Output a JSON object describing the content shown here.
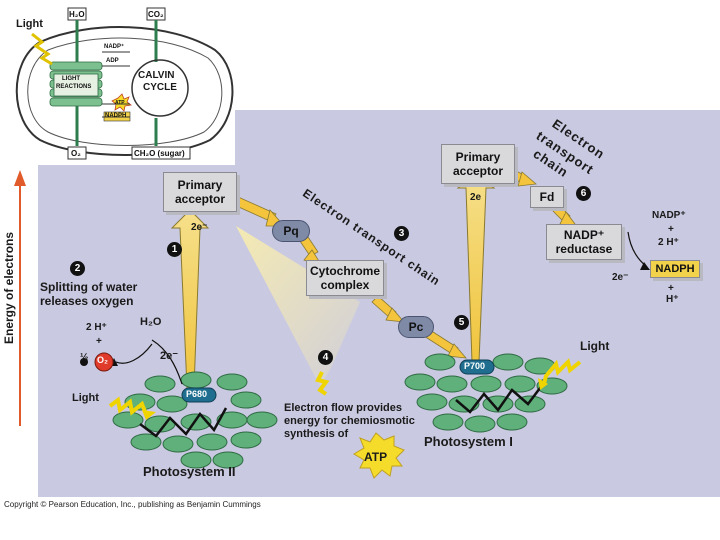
{
  "inset": {
    "light": "Light",
    "h2o": "H₂O",
    "co2": "CO₂",
    "nadp_plus": "NADP⁺",
    "adp": "ADP",
    "light_reactions_1": "LIGHT",
    "light_reactions_2": "REACTIONS",
    "atp": "ATP",
    "nadph": "NADPH",
    "calvin_1": "CALVIN",
    "calvin_2": "CYCLE",
    "o2": "O₂",
    "sugar": "CH₂O (sugar)"
  },
  "y_axis_label": "Energy of electrons",
  "steps": [
    "1",
    "2",
    "3",
    "4",
    "5",
    "6"
  ],
  "ps2": {
    "primary_acceptor_1": "Primary",
    "primary_acceptor_2": "acceptor",
    "electrons": "2e⁻",
    "p680": "P680",
    "light": "Light",
    "name": "Photosystem II"
  },
  "water": {
    "title_1": "Splitting of water",
    "title_2": "releases oxygen",
    "h_plus": "2 H⁺",
    "plus": "+",
    "half": "½",
    "o2": "O₂",
    "h2o": "H₂O",
    "electrons": "2e⁻"
  },
  "etc1": {
    "label": "Electron transport chain",
    "pq": "Pq",
    "cyto_1": "Cytochrome",
    "cyto_2": "complex",
    "pc": "Pc"
  },
  "atp_note": {
    "line1": "Electron flow provides",
    "line2": "energy for chemiosmotic",
    "line3": "synthesis of",
    "atp": "ATP"
  },
  "ps1": {
    "primary_acceptor_1": "Primary",
    "primary_acceptor_2": "acceptor",
    "electrons": "2e",
    "p700": "P700",
    "light": "Light",
    "name": "Photosystem I"
  },
  "etc2": {
    "label_1": "Electron",
    "label_2": "transport",
    "label_3": "chain",
    "fd": "Fd"
  },
  "reductase": {
    "line1": "NADP⁺",
    "line2": "reductase",
    "nadp_plus": "NADP⁺",
    "plus1": "+",
    "h_plus_2": "2 H⁺",
    "electrons": "2e⁻",
    "nadph": "NADPH",
    "plus2": "+",
    "h_plus": "H⁺"
  },
  "copyright": "Copyright © Pearson Education, Inc., publishing as Benjamin Cummings",
  "colors": {
    "panel": "#c9c9e1",
    "arrow_yellow": "#f3c43c",
    "chlorophyll": "#5fb07b",
    "p_center": "#1f6e8f",
    "nadph_box": "#f2d24a",
    "atp_burst": "#f5dc2a",
    "energy_axis": "#e05a2a"
  }
}
